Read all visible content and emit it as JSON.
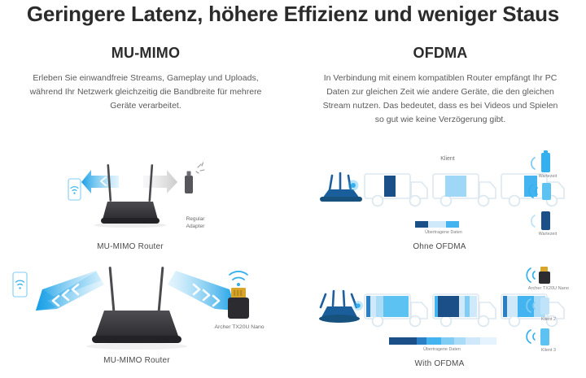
{
  "headline": "Geringere Latenz, höhere Effizienz und weniger Staus",
  "columns": {
    "left": {
      "title": "MU-MIMO",
      "body": "Erleben Sie einwandfreie Streams, Gameplay und Uploads, während Ihr Netzwerk gleichzeitig die Bandbreite für mehrere Geräte verarbeitet."
    },
    "right": {
      "title": "OFDMA",
      "body": "In Verbindung mit einem kompatiblen Router empfängt Ihr PC Daten zur gleichen Zeit wie andere Geräte, die den gleichen Stream nutzen. Das bedeutet, dass es bei Videos und Spielen so gut wie keine Verzögerung gibt."
    }
  },
  "diagrams": {
    "mimo_top": {
      "caption": "MU-MIMO Router",
      "adapter_label_line1": "Regular",
      "adapter_label_line2": "Adapter"
    },
    "mimo_bottom": {
      "caption": "MU-MIMO Router",
      "adapter_label": "Archer TX20U Nano"
    },
    "without_ofdma": {
      "caption": "Ohne OFDMA",
      "client_label": "Klient",
      "data_legend": "Übertragene Daten",
      "clients": [
        {
          "label": "Wartezeit"
        },
        {
          "label": ""
        },
        {
          "label": "Wartezeit"
        }
      ],
      "truck_cargo": [
        "#1b4f87",
        "#9fd7f7",
        "#43b4ef"
      ],
      "legend_segments": [
        "#1b4f87",
        "#cfe9fa",
        "#43b4ef"
      ]
    },
    "with_ofdma": {
      "caption": "With OFDMA",
      "data_legend": "Übertragene Daten",
      "clients": [
        {
          "label": "Archer TX20U Nano"
        },
        {
          "label": "Klient 2"
        },
        {
          "label": "Klient 3"
        }
      ],
      "legend_segments": [
        "#1b4f87",
        "#1b4f87",
        "#2b7fc4",
        "#43b4ef",
        "#7fcdf4",
        "#aadcf7",
        "#cfe9fa",
        "#e4f3fd"
      ]
    }
  },
  "colors": {
    "navy_dark": "#14406e",
    "navy": "#1b4f87",
    "blue": "#2fa3e8",
    "blue_light": "#7fcdf4",
    "blue_pale": "#cfe9fa",
    "arrow_blue": "#29a6ea",
    "gray_arrow": "#d6d6d6",
    "text_dark": "#2b2b2b",
    "text_body": "#5a5a5a"
  }
}
